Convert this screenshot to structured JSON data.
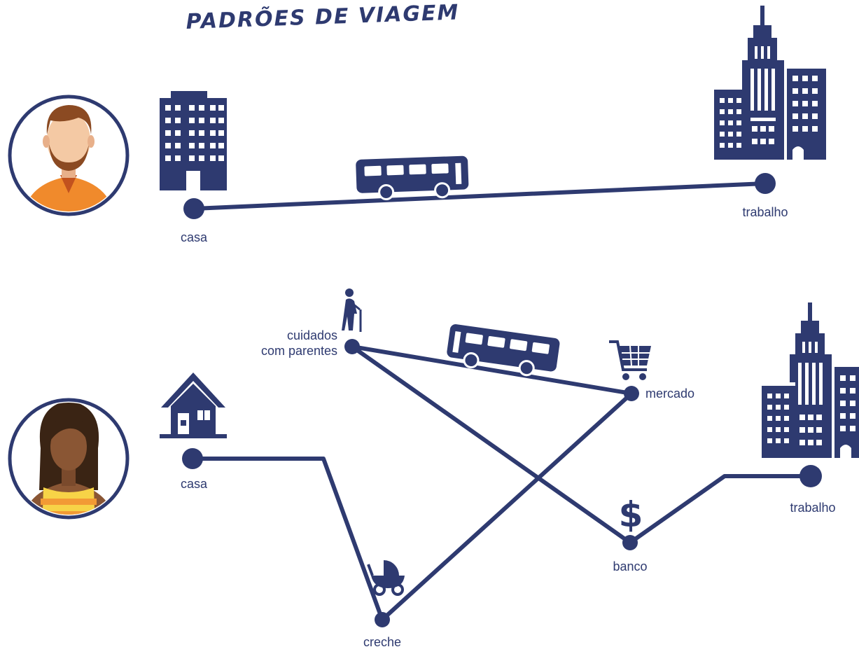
{
  "title": "PADRÕES DE VIAGEM",
  "colors": {
    "navy": "#2e3a70",
    "skin_light": "#f4c9a4",
    "hair_brown": "#8b4a22",
    "shirt_orange": "#f08a2c",
    "skin_dark": "#8a5634",
    "hair_dark": "#3a2414",
    "stripe_yellow": "#f7d347",
    "stripe_orange": "#f29a35"
  },
  "pattern_1": {
    "person": "man-avatar",
    "stops": [
      {
        "label": "casa",
        "icon": "apartment-building-icon"
      },
      {
        "label": "trabalho",
        "icon": "skyscraper-icon"
      }
    ],
    "transport": "bus-icon"
  },
  "pattern_2": {
    "person": "woman-avatar",
    "stops": [
      {
        "label": "casa",
        "icon": "house-icon"
      },
      {
        "label": "creche",
        "icon": "stroller-icon"
      },
      {
        "label": "mercado",
        "icon": "shopping-cart-icon"
      },
      {
        "label": "cuidados\ncom parentes",
        "line1": "cuidados",
        "line2": "com parentes",
        "icon": "elderly-person-icon"
      },
      {
        "label": "banco",
        "icon": "dollar-icon"
      },
      {
        "label": "trabalho",
        "icon": "skyscraper-icon"
      }
    ],
    "transport": "bus-icon"
  }
}
